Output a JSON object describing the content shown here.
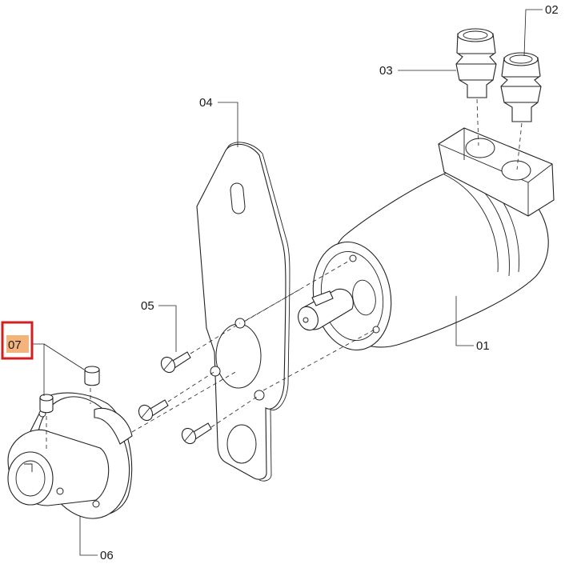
{
  "diagram": {
    "callouts": [
      {
        "id": "01",
        "label": "01"
      },
      {
        "id": "02",
        "label": "02"
      },
      {
        "id": "03",
        "label": "03"
      },
      {
        "id": "04",
        "label": "04"
      },
      {
        "id": "05",
        "label": "05"
      },
      {
        "id": "06",
        "label": "06"
      },
      {
        "id": "07",
        "label": "07",
        "highlighted": true
      }
    ],
    "highlight": {
      "box_color": "#d21f1f",
      "fill_color": "#f5b37c"
    }
  }
}
